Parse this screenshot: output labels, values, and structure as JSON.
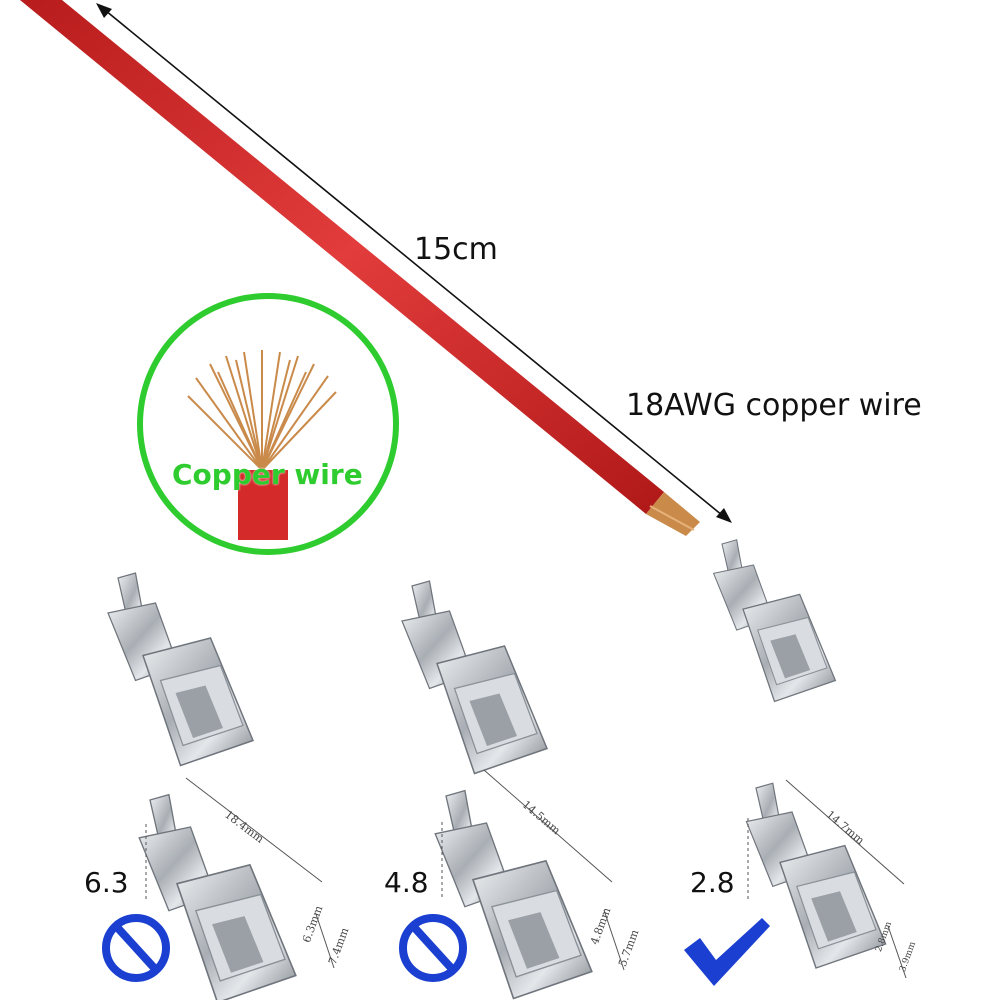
{
  "labels": {
    "length": "15cm",
    "wire_spec": "18AWG copper wire",
    "inset": "Copper wire"
  },
  "terminals": [
    {
      "size": "6.3",
      "length": "18.4mm",
      "w1": "6.3mm",
      "w2": "7.4mm",
      "status": "no-icon"
    },
    {
      "size": "4.8",
      "length": "14.5mm",
      "w1": "4.8mm",
      "w2": "5.7mm",
      "status": "no-icon"
    },
    {
      "size": "2.8",
      "length": "14.7mm",
      "w1": "2.8mm",
      "w2": "3.9mm",
      "status": "check-icon"
    }
  ],
  "colors": {
    "wire": "#d42a2a",
    "inset_ring": "#2ecc2e",
    "copper": "#c98a4a",
    "status": "#1a3fd1",
    "metal": "#c9cdd2"
  }
}
